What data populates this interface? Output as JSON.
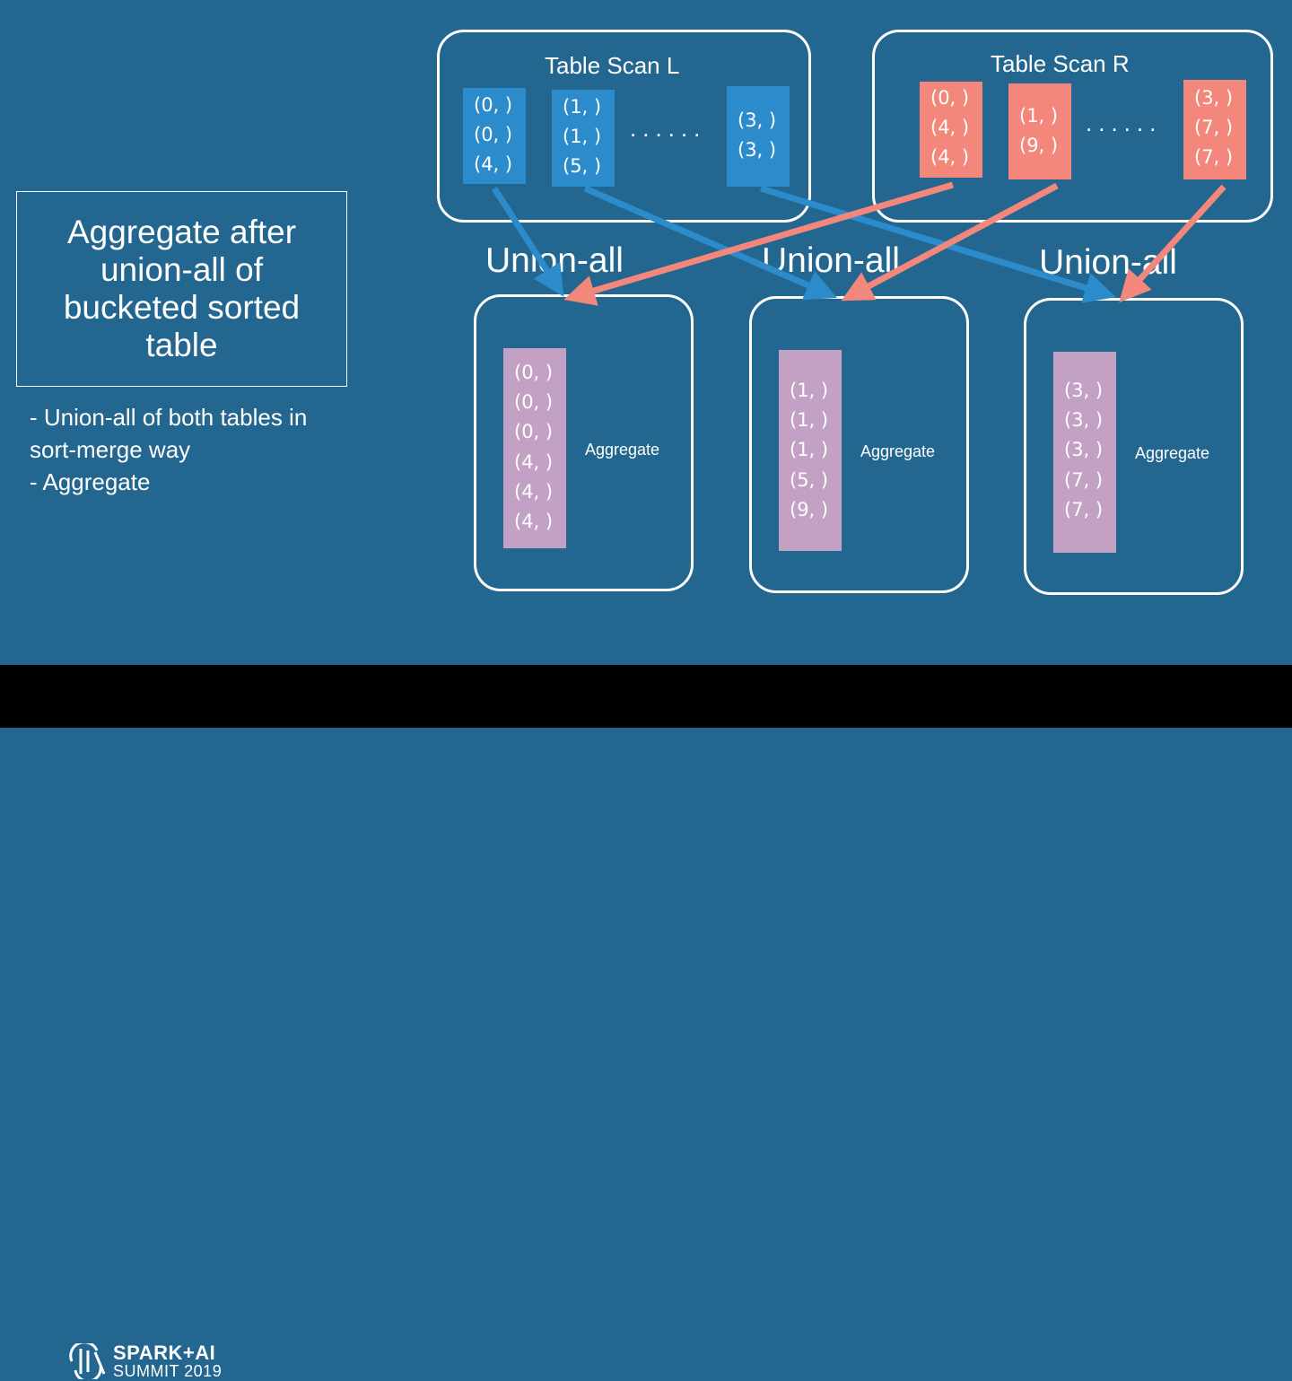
{
  "title": "Aggregate after union-all of bucketed sorted table",
  "bullets": [
    "- Union-all of both tables in",
    "sort-merge way",
    "- Aggregate"
  ],
  "scan_left": {
    "title": "Table Scan L",
    "buckets": [
      [
        "(0, )",
        "(0, )",
        "(4, )"
      ],
      [
        "(1, )",
        "(1, )",
        "(5, )"
      ],
      [
        "(3, )",
        "(3, )"
      ]
    ],
    "ellipsis": "......"
  },
  "scan_right": {
    "title": "Table Scan R",
    "buckets": [
      [
        "(0, )",
        "(4, )",
        "(4, )"
      ],
      [
        "(1, )",
        "(9, )"
      ],
      [
        "(3, )",
        "(7, )",
        "(7, )"
      ]
    ],
    "ellipsis": "......"
  },
  "union_label": "Union-all",
  "aggregates": [
    {
      "rows": [
        "(0, )",
        "(0, )",
        "(0, )",
        "(4, )",
        "(4, )",
        "(4, )"
      ],
      "label": "Aggregate"
    },
    {
      "rows": [
        "(1, )",
        "(1, )",
        "(1, )",
        "(5, )",
        "(9, )"
      ],
      "label": "Aggregate"
    },
    {
      "rows": [
        "(3, )",
        "(3, )",
        "(3, )",
        "(7, )",
        "(7, )"
      ],
      "label": "Aggregate"
    }
  ],
  "footer": {
    "logo_line1": "SPARK+AI",
    "logo_line2": "SUMMIT 2019"
  },
  "colors": {
    "background": "#23668f",
    "left_bucket": "#2c8ccb",
    "right_bucket": "#f3877c",
    "aggregate_bucket": "#c3a1c4",
    "left_arrow": "#2c8ccb",
    "right_arrow": "#f3877c",
    "footer": "#000000"
  }
}
